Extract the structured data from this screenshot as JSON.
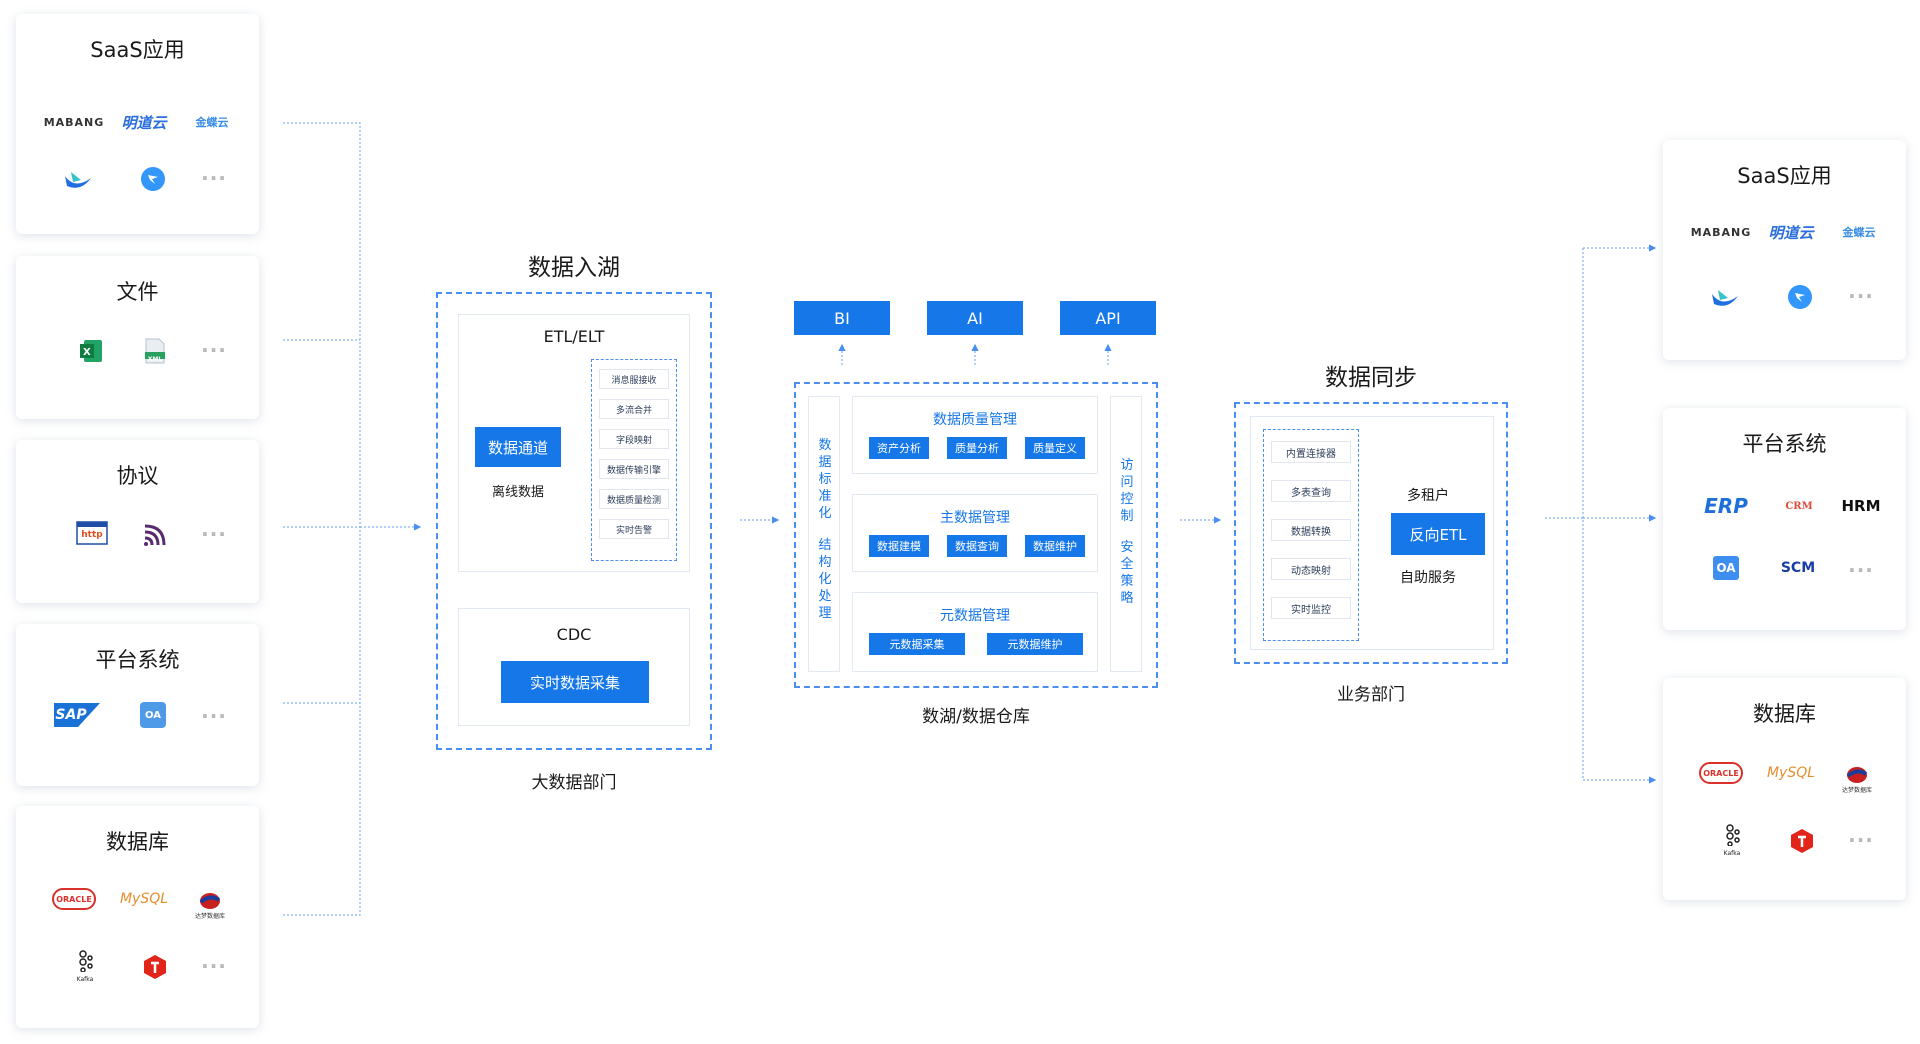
{
  "left_sources": [
    {
      "title": "SaaS应用",
      "logos": [
        "MABANG",
        "明道云",
        "金蝶云",
        "feishu-logo",
        "dingtalk-logo",
        "···"
      ]
    },
    {
      "title": "文件",
      "logos": [
        "excel-logo",
        "XML",
        "···"
      ]
    },
    {
      "title": "协议",
      "logos": [
        "http",
        "rss-logo",
        "···"
      ]
    },
    {
      "title": "平台系统",
      "logos": [
        "SAP",
        "OA",
        "···"
      ]
    },
    {
      "title": "数据库",
      "logos": [
        "ORACLE",
        "MySQL",
        "达梦数据库",
        "Kafka",
        "tidb-logo",
        "···"
      ]
    }
  ],
  "ingest": {
    "title": "数据入湖",
    "etl_title": "ETL/ELT",
    "channel_label": "数据通道",
    "offline_label": "离线数据",
    "steps": [
      "消息服接收",
      "多流合并",
      "字段映射",
      "数据传输引擎",
      "数据质量检测",
      "实时告警"
    ],
    "cdc_title": "CDC",
    "realtime_label": "实时数据采集",
    "footer": "大数据部门"
  },
  "warehouse": {
    "outputs": [
      "BI",
      "AI",
      "API"
    ],
    "left_vertical": "数据标准化",
    "left_vertical2": "结构化处理",
    "right_vertical": "访问控制",
    "right_vertical2": "安全策略",
    "groups": [
      {
        "title": "数据质量管理",
        "items": [
          "资产分析",
          "质量分析",
          "质量定义"
        ]
      },
      {
        "title": "主数据管理",
        "items": [
          "数据建模",
          "数据查询",
          "数据维护"
        ]
      },
      {
        "title": "元数据管理",
        "items": [
          "元数据采集",
          "元数据维护"
        ]
      }
    ],
    "footer": "数湖/数据仓库"
  },
  "sync": {
    "title": "数据同步",
    "steps": [
      "内置连接器",
      "多表查询",
      "数据转换",
      "动态映射",
      "实时监控"
    ],
    "multi_tenant": "多租户",
    "reverse_etl": "反向ETL",
    "self_service": "自助服务",
    "footer": "业务部门"
  },
  "right_targets": [
    {
      "title": "SaaS应用",
      "logos": [
        "MABANG",
        "明道云",
        "金蝶云",
        "feishu-logo",
        "dingtalk-logo",
        "···"
      ]
    },
    {
      "title": "平台系统",
      "logos": [
        "ERP",
        "CRM",
        "HRM",
        "OA",
        "SCM",
        "···"
      ]
    },
    {
      "title": "数据库",
      "logos": [
        "ORACLE",
        "MySQL",
        "达梦数据库",
        "Kafka",
        "tidb-logo",
        "···"
      ]
    }
  ],
  "colors": {
    "accent": "#1677e8",
    "dash": "#4a8ef0",
    "connector": "#7fb0f5"
  }
}
